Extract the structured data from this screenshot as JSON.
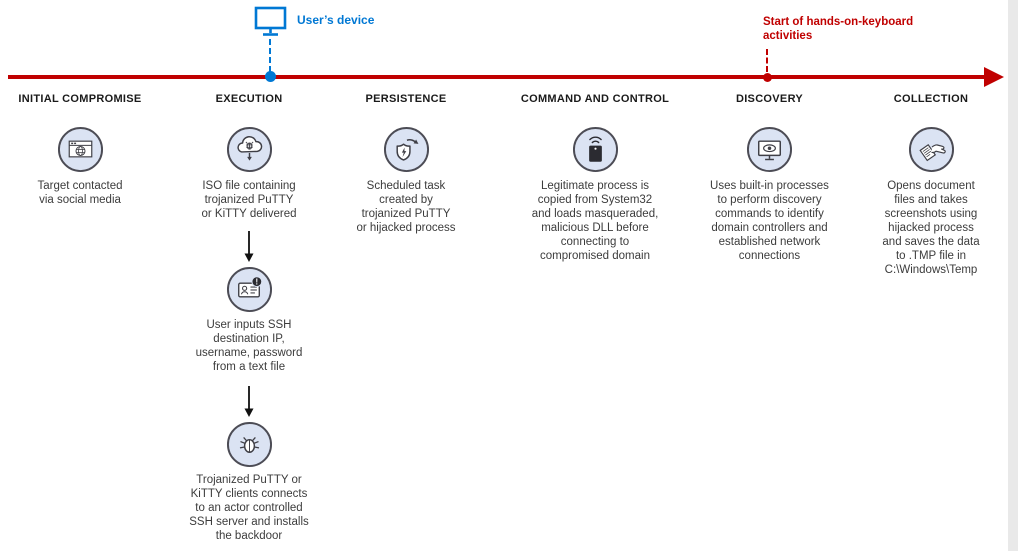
{
  "timeline": {
    "axis_color": "#c00000",
    "markers": [
      {
        "id": "users-device",
        "label": "User’s device",
        "color": "#0078d4",
        "icon": "monitor-icon"
      },
      {
        "id": "hands-on-keyboard",
        "label": "Start of hands-on-keyboard\nactivities",
        "color": "#c00000"
      }
    ]
  },
  "stages": [
    {
      "label": "INITIAL COMPROMISE",
      "items": [
        {
          "icon": "browser-globe-icon",
          "text": "Target contacted\nvia social media"
        }
      ]
    },
    {
      "label": "EXECUTION",
      "items": [
        {
          "icon": "cloud-download-malware-icon",
          "text": "ISO file containing\ntrojanized PuTTY\nor KiTTY delivered"
        },
        {
          "icon": "credentials-alert-icon",
          "text": "User inputs SSH\ndestination IP,\nusername, password\nfrom a text file"
        },
        {
          "icon": "bug-icon",
          "text": "Trojanized PuTTY or\nKiTTY clients connects\nto an actor controlled\nSSH server and installs\nthe backdoor"
        }
      ]
    },
    {
      "label": "PERSISTENCE",
      "items": [
        {
          "icon": "scheduled-task-shield-icon",
          "text": "Scheduled task\ncreated by\ntrojanized PuTTY\nor hijacked process"
        }
      ]
    },
    {
      "label": "COMMAND AND CONTROL",
      "items": [
        {
          "icon": "device-signal-icon",
          "text": "Legitimate process is\ncopied from System32\nand loads masqueraded,\nmalicious DLL before\nconnecting to\ncompromised domain"
        }
      ]
    },
    {
      "label": "DISCOVERY",
      "items": [
        {
          "icon": "monitor-eye-icon",
          "text": "Uses built-in processes\nto perform discovery\ncommands to identify\ndomain controllers and\nestablished network\nconnections"
        }
      ]
    },
    {
      "label": "COLLECTION",
      "items": [
        {
          "icon": "hand-document-icon",
          "text": "Opens document\nfiles and takes\nscreenshots using\nhijacked process\nand saves the data\nto .TMP file in\nC:\\Windows\\Temp"
        }
      ]
    }
  ],
  "colors": {
    "timeline_red": "#c00000",
    "device_blue": "#0078d4",
    "icon_circle_fill": "#dbe3f3",
    "icon_stroke": "#4c4c55",
    "text_gray": "#3c3c3c"
  }
}
